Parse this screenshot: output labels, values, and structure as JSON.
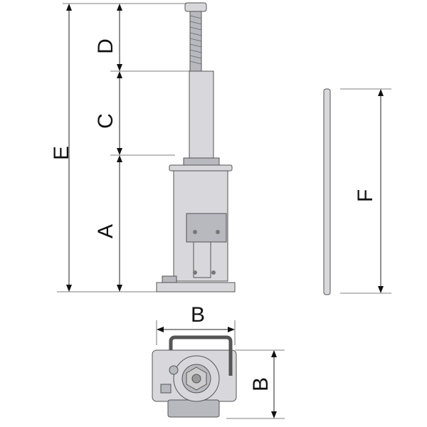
{
  "diagram": {
    "labels": {
      "A": "A",
      "B_front": "B",
      "B_side": "B",
      "C": "C",
      "D": "D",
      "E": "E",
      "F": "F"
    }
  }
}
